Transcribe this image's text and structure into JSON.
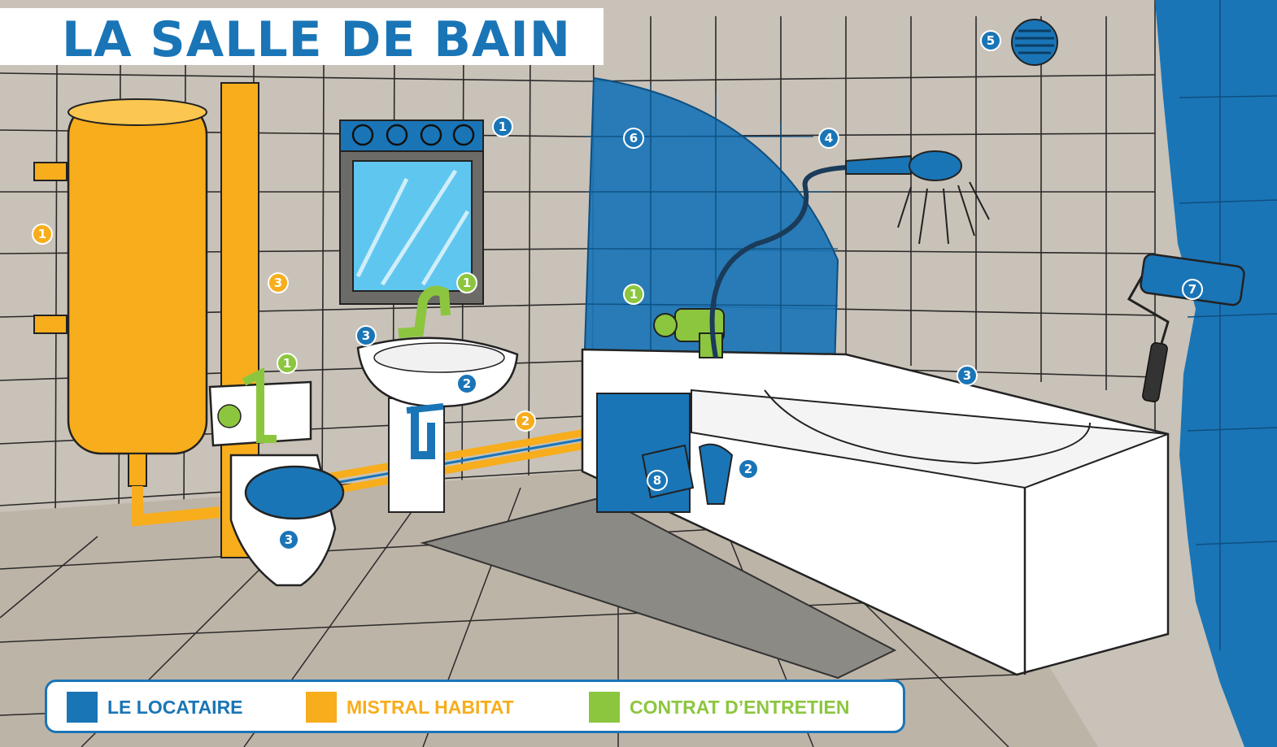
{
  "title": "LA SALLE DE BAIN",
  "colors": {
    "locataire": "#1a75b6",
    "mistral": "#f7ad1c",
    "contrat": "#8cc63e",
    "wall": "#c9c2b8",
    "floor": "#bdb4a8",
    "mat": "#8c8a84"
  },
  "legend": [
    {
      "label": "LE LOCATAIRE",
      "color": "#1a75b6"
    },
    {
      "label": "MISTRAL HABITAT",
      "color": "#f7ad1c"
    },
    {
      "label": "CONTRAT D’ENTRETIEN",
      "color": "#8cc63e"
    }
  ],
  "markers": [
    {
      "name": "window-vent-marker",
      "number": "1",
      "party": "locataire"
    },
    {
      "name": "vent-grille-marker",
      "number": "5",
      "party": "locataire"
    },
    {
      "name": "shower-screen-marker",
      "number": "6",
      "party": "locataire"
    },
    {
      "name": "shower-head-marker",
      "number": "4",
      "party": "locataire"
    },
    {
      "name": "paint-roller-marker",
      "number": "7",
      "party": "locataire"
    },
    {
      "name": "water-heater-marker",
      "number": "1",
      "party": "mistral"
    },
    {
      "name": "pipe-column-marker",
      "number": "3",
      "party": "mistral"
    },
    {
      "name": "sink-faucet-marker",
      "number": "1",
      "party": "contrat"
    },
    {
      "name": "sink-marker",
      "number": "3",
      "party": "locataire"
    },
    {
      "name": "sink-siphon-marker",
      "number": "2",
      "party": "locataire"
    },
    {
      "name": "bath-mixer-marker",
      "number": "1",
      "party": "contrat"
    },
    {
      "name": "toilet-cistern-marker",
      "number": "1",
      "party": "contrat"
    },
    {
      "name": "supply-pipe-marker",
      "number": "2",
      "party": "mistral"
    },
    {
      "name": "bathtub-seal-marker",
      "number": "3",
      "party": "locataire"
    },
    {
      "name": "bath-siphon-marker",
      "number": "2",
      "party": "locataire"
    },
    {
      "name": "bath-drain-marker",
      "number": "8",
      "party": "locataire"
    },
    {
      "name": "toilet-seat-marker",
      "number": "3",
      "party": "locataire"
    }
  ]
}
